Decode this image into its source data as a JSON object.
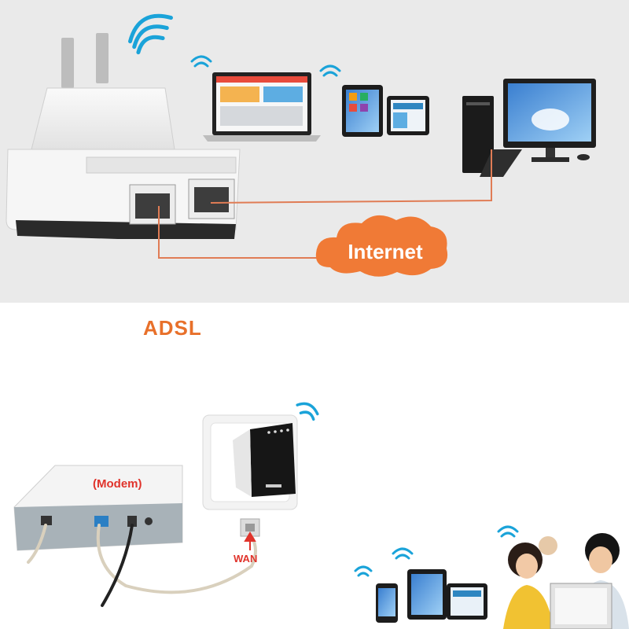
{
  "top_panel": {
    "cloud_label": "Internet"
  },
  "bottom_panel": {
    "title": "ADSL",
    "modem_label": "(Modem)",
    "wan_label": "WAN"
  },
  "colors": {
    "accent_orange": "#f07a36",
    "cable_orange": "#e07c55",
    "title_orange": "#e8702a",
    "label_red": "#e0332b",
    "wifi_blue": "#1aa3d9"
  },
  "icons": [
    "wifi-icon",
    "plug-icon",
    "laptop-icon",
    "tablet-icon",
    "desktop-computer-icon",
    "cloud-icon",
    "modem-icon",
    "smartphone-icon",
    "router-icon"
  ]
}
